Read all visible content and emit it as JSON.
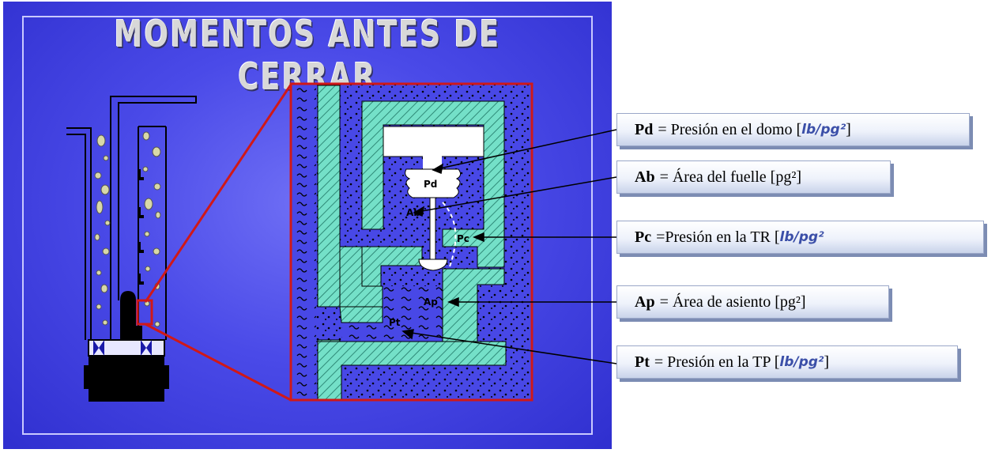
{
  "slide": {
    "title": "MOMENTOS ANTES DE CERRAR",
    "colors": {
      "background": "#4a4ae8",
      "zoom_frame": "#d01818",
      "valve_body": "#74e0c8"
    }
  },
  "diagram_labels": {
    "pd": "Pd",
    "ab": "Ab",
    "pc": "Pc",
    "ap": "Ap",
    "pt": "Pt"
  },
  "labels": [
    {
      "abbr": "Pd",
      "text": "= Presión en el domo [",
      "unit": "lb/pg²",
      "close": "]"
    },
    {
      "abbr": "Ab",
      "text": "= Área del fuelle [pg²]",
      "unit": "",
      "close": ""
    },
    {
      "abbr": "Pc",
      "text": "=Presión en la TR [",
      "unit": "lb/pg²",
      "close": ""
    },
    {
      "abbr": "Ap",
      "text": "= Área de asiento [pg²]",
      "unit": "",
      "close": ""
    },
    {
      "abbr": "Pt",
      "text": "= Presión en la TP [",
      "unit": "lb/pg²",
      "close": "]"
    }
  ]
}
